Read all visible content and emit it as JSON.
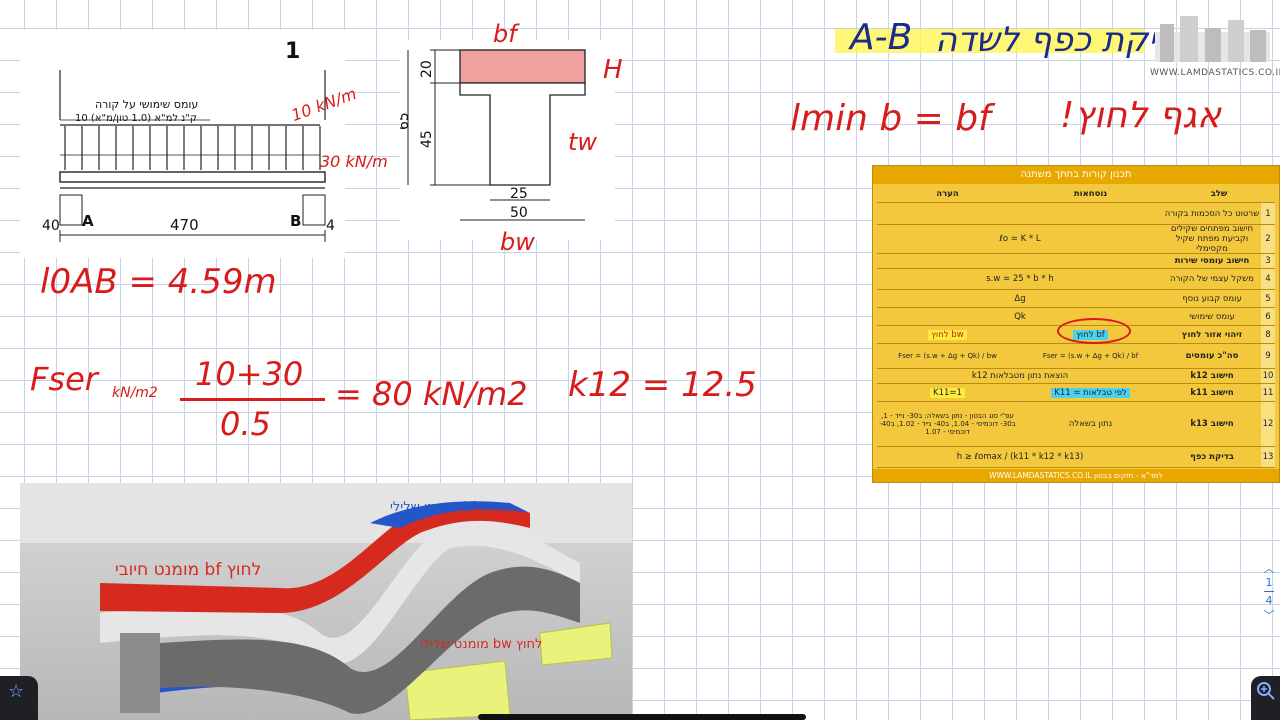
{
  "beam_diagram": {
    "load_label_line1": "עומס שימושי על קורה",
    "load_label_line2": "10 ק\"נ למ\"א (1.0 טון/מ\"א)",
    "span_label": "470",
    "left_support_label": "40",
    "right_support_label": "4",
    "node_a": "A",
    "node_b": "B",
    "frame_number": "1"
  },
  "section_diagram": {
    "dim_20": "20",
    "dim_45": "45",
    "dim_65": "65",
    "dim_25": "25",
    "dim_50": "50"
  },
  "handwriting": {
    "bf_top": "bf",
    "h_right": "H",
    "tw_right": "tw",
    "bw_bottom": "bw",
    "load1": "10 kN/m",
    "load2": "30 kN/m",
    "l0_ab": "l0AB = 4.59m",
    "fser_left": "Fser",
    "fser_unit": "kN/m2",
    "fser_num": "10+30",
    "fser_den": "0.5",
    "fser_result": "= 80 kN/m2",
    "k12": "k12 = 12.5",
    "title_ab": "A-B",
    "title_heb": "בדיקת כפף לשדה",
    "lmin_eq": "lmin b = bf",
    "heb_right": "אגף לחוץ!",
    "row_mark": "8"
  },
  "logo": {
    "text": "WWW.LAMDASTATICS.CO.IL"
  },
  "table": {
    "title": "תכנון קורות בחתך משתנה",
    "headers": {
      "col1": "שלב",
      "col2": "נוסחאות",
      "col3": "הערה"
    },
    "rows": [
      {
        "num": "1",
        "step": "שרטוט כל הסכמות בקורה",
        "formula": "",
        "note": ""
      },
      {
        "num": "2",
        "step": "חישוב מפתחים שקילים וקביעת מפתח שקיל מקסימלי",
        "formula": "ℓo = K * L",
        "note": ""
      },
      {
        "num": "3",
        "step": "חישוב עומסי שירות",
        "formula": "",
        "note": ""
      },
      {
        "num": "4",
        "step": "משקל עצמי של הקורה",
        "formula": "s.w = 25 * b * h",
        "note": ""
      },
      {
        "num": "5",
        "step": "עומס קבוע נוסף",
        "formula": "Δg",
        "note": ""
      },
      {
        "num": "6",
        "step": "עומס שימושי",
        "formula": "Qk",
        "note": ""
      },
      {
        "num": "8",
        "step": "זיהוי אזור לחוץ",
        "formula": "bf לחוץ",
        "note": "bw לחוץ"
      },
      {
        "num": "9",
        "step": "סה\"כ עומסים",
        "formula": "Fser = (s.w + Δg + Qk) / bf",
        "note": "Fser = (s.w + Δg + Qk) / bw"
      },
      {
        "num": "10",
        "step": "חישוב k12",
        "formula": "הוצאת נתון מטבלאות k12",
        "note": ""
      },
      {
        "num": "11",
        "step": "חישוב k11",
        "formula": "לפי טבלאות = K11",
        "note": "K11=1"
      },
      {
        "num": "12",
        "step": "חישוב k13",
        "formula": "נתון בשאלה",
        "note": "עפ\"י סוג הבטון - נתון בשאלה: ב30- נייד - 1, ב30- דוכמיסי - 1.04, ב40- נייד - 1.02, ב40- דוכמיסי - 1.07"
      },
      {
        "num": "13",
        "step": "בדיקת כפף",
        "formula": "h ≥ ℓomax / (k11 * k12 * k13)",
        "note": ""
      }
    ],
    "footer": "WWW.LAMDASTATICS.CO.IL  למד\"א - חזקים בבטון"
  },
  "render": {
    "label_top": "מומנט שלילי bf מתוח",
    "label_left": "מומנט חיובי bf לחוץ",
    "label_bottom": "מומנט שלילי bw לחוץ"
  },
  "pager": {
    "current": "1",
    "total": "4"
  },
  "colors": {
    "ink_red": "#d81b1b",
    "ink_blue": "#1c2a8a",
    "table_yellow": "#f3c83d",
    "render_red": "#d62a1e",
    "render_blue": "#2356c9"
  }
}
